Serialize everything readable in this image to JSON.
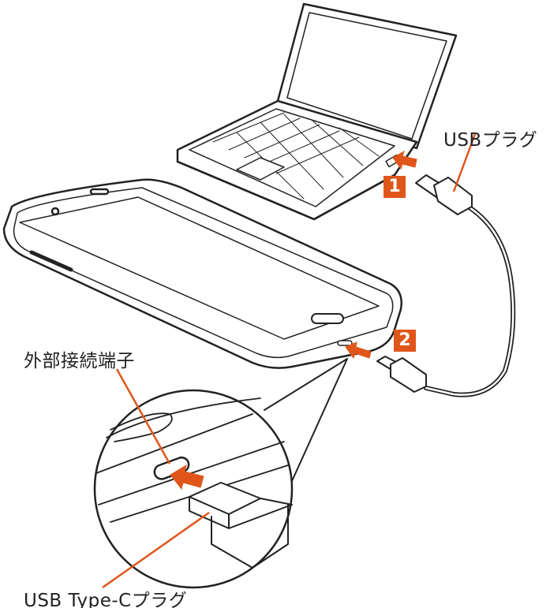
{
  "labels": {
    "usb_plug": "USBプラグ",
    "external_port": "外部接続端子",
    "usb_typec_plug": "USB Type-Cプラグ"
  },
  "steps": [
    "1",
    "2"
  ],
  "colors": {
    "accent": "#e0561a",
    "line": "#222222"
  }
}
